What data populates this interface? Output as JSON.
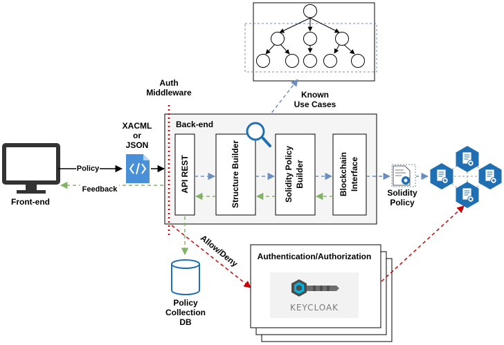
{
  "labels": {
    "front_end": "Front-end",
    "policy": "Policy",
    "feedback": "Feedback",
    "xacml_1": "XACML",
    "xacml_2": "or",
    "xacml_3": "JSON",
    "auth_1": "Auth",
    "auth_2": "Middleware",
    "backend": "Back-end",
    "api_rest": "API REST",
    "structure_builder": "Structure Builder",
    "solidity_builder_1": "Solidity Policy",
    "solidity_builder_2": "Builder",
    "blockchain_1": "Blockchain",
    "blockchain_2": "Interface",
    "known_1": "Known",
    "known_2": "Use Cases",
    "solidity_policy_1": "Solidity",
    "solidity_policy_2": "Policy",
    "allow_deny": "Allow/Deny",
    "authn_title": "Authentication/Authorization",
    "keycloak": "KEYCLOAK",
    "db_1": "Policy",
    "db_2": "Collection",
    "db_3": "DB"
  },
  "icons": {
    "monitor": "monitor-icon",
    "code_file": "code-file-icon",
    "search": "search-icon",
    "contract": "contract-document-icon",
    "database": "database-icon",
    "keycloak": "keycloak-logo-icon",
    "blockchain_node": "blockchain-node-icon"
  },
  "colors": {
    "blue_arrow": "#6c8ebf",
    "green_arrow": "#82b366",
    "red_arrow": "#cc0000",
    "icon_blue": "#1f6fb2",
    "backend_fill": "#f5f5f5"
  }
}
